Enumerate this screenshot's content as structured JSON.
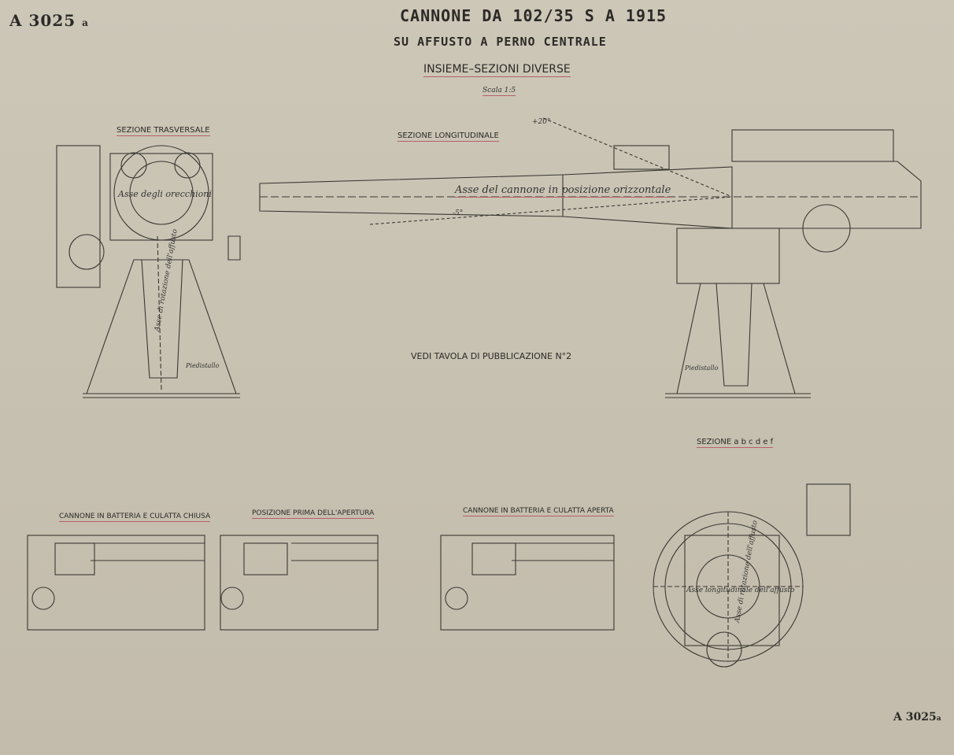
{
  "sheet_id_top": "A 3025",
  "sheet_id_suffix": "a",
  "title": "CANNONE DA 102/35 S A 1915",
  "subtitle": "SU AFFUSTO A PERNO CENTRALE",
  "heading": "INSIEME–SEZIONI DIVERSE",
  "scale": "Scala 1:5",
  "sections": {
    "transverse": "SEZIONE TRASVERSALE",
    "longitudinal": "SEZIONE LONGITUDINALE",
    "abcdef": "SEZIONE a b c d e f",
    "breech_closed": "CANNONE IN BATTERIA E CULATTA CHIUSA",
    "before_opening": "POSIZIONE PRIMA DELL'APERTURA",
    "breech_open": "CANNONE IN BATTERIA E CULATTA APERTA"
  },
  "labels": {
    "barrel_axis": "Asse del cannone in posizione orizzontale",
    "correction_axis": "Asse degli orecchioni",
    "carriage_axis": "Asse di rotazione dell'affusto",
    "pedestal_left": "Piedistallo",
    "pedestal_right": "Piedistallo",
    "angle_up": "+20°",
    "angle_down": "-5°",
    "reference_note": "VEDI TAVOLA DI PUBBLICAZIONE N°2",
    "section_axis_long": "Asse longitudinale dell'affusto",
    "section_axis_rot": "Asse di rotazione dell'affusto"
  },
  "sheet_id_bottom": "A 3025",
  "sheet_id_bottom_suffix": "a"
}
